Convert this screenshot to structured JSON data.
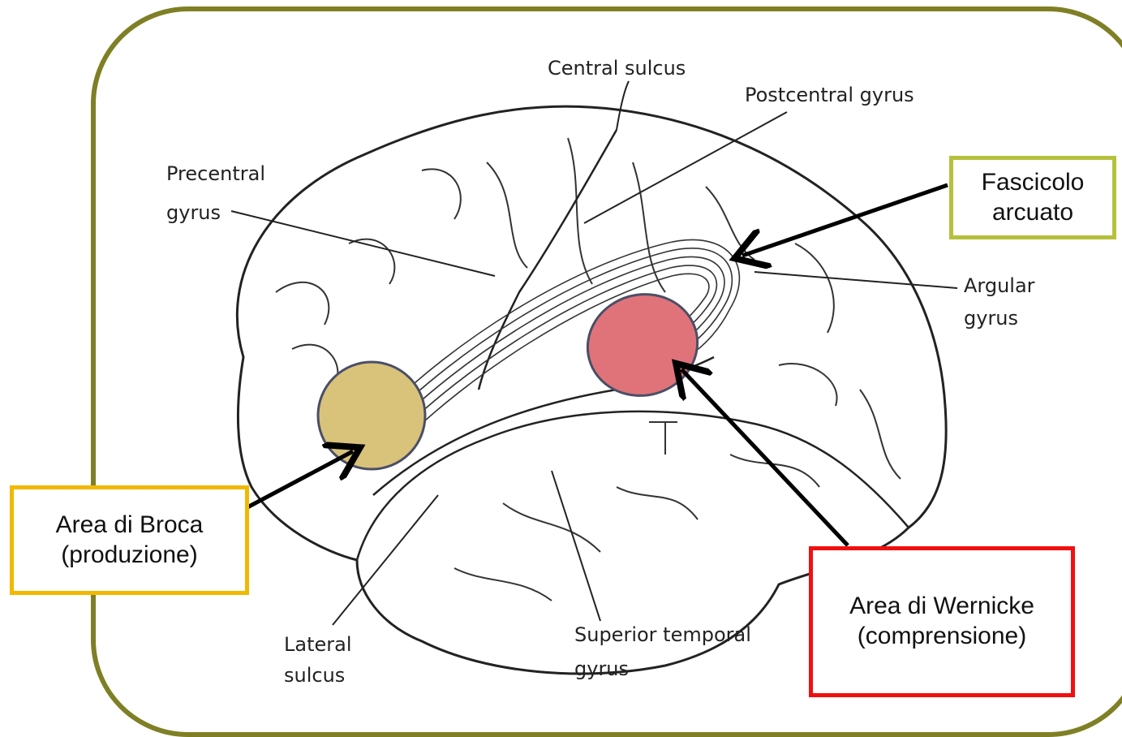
{
  "labels": {
    "central_sulcus": "Central sulcus",
    "postcentral_gyrus": "Postcentral gyrus",
    "precentral_gyrus_line1": "Precentral",
    "precentral_gyrus_line2": "gyrus",
    "angular_gyrus_line1": "Argular",
    "angular_gyrus_line2": "gyrus",
    "lateral_sulcus_line1": "Lateral",
    "lateral_sulcus_line2": "sulcus",
    "superior_temporal_line1": "Superior temporal",
    "superior_temporal_line2": "gyrus"
  },
  "callouts": {
    "fascicolo_line1": "Fascicolo",
    "fascicolo_line2": "arcuato",
    "broca_line1": "Area di Broca",
    "broca_line2": "(produzione)",
    "wernicke_line1": "Area di Wernicke",
    "wernicke_line2": "(comprensione)"
  },
  "colors": {
    "frame": "#7f7f25",
    "fascicolo_border": "#b5c13c",
    "broca_border": "#f2b800",
    "broca_fill": "#d9c27a",
    "wernicke_border": "#f01010",
    "wernicke_fill": "#e0737a"
  }
}
